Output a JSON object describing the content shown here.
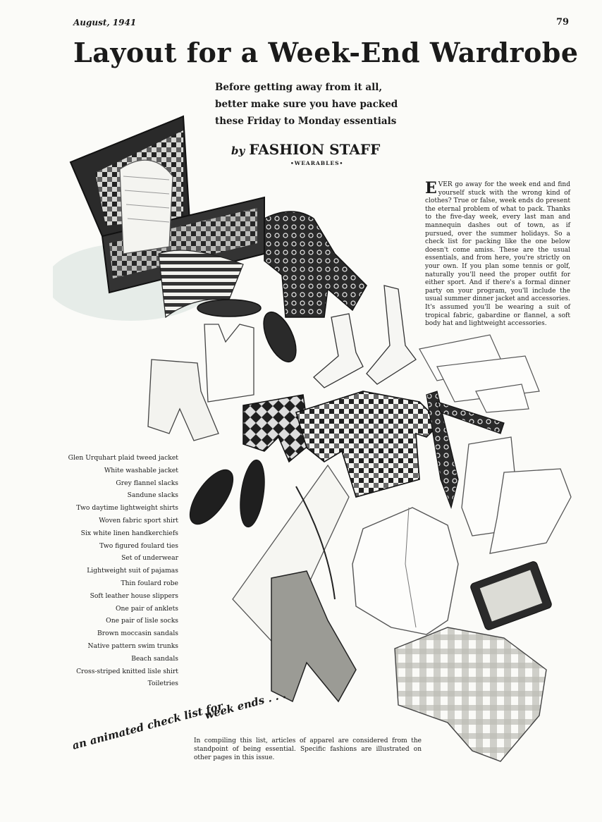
{
  "header": {
    "date": "August, 1941",
    "page_number": "79"
  },
  "article": {
    "headline": "Layout for a Week-End Wardrobe",
    "dek_lines": [
      "Before getting away from it all,",
      "better make sure you have packed",
      "these Friday to Monday essentials"
    ],
    "byline_prefix": "by",
    "byline": "FASHION STAFF",
    "section": "•WEARABLES•",
    "intro_dropcap": "E",
    "intro_text": "VER go away for the week end and find yourself stuck with the wrong kind of clothes? True or false, week ends do present the eternal problem of what to pack. Thanks to the five-day week, every last man and mannequin dashes out of town, as if pursued, over the summer holidays. So a check list for packing like the one below doesn't come amiss. These are the usual essentials, and from here, you're strictly on your own. If you plan some tennis or golf, naturally you'll need the proper outfit for either sport. And if there's a formal dinner party on your program, you'll include the usual summer dinner jacket and accessories. It's assumed you'll be wearing a suit of tropical fabric, gabardine or flannel, a soft body hat and lightweight accessories.",
    "tagline_line1": "an animated check list for",
    "tagline_line2": "week ends . . .",
    "caption": "In compiling this list, articles of apparel are considered from the standpoint of being essential. Specific fashions are illustrated on other pages in this issue."
  },
  "checklist": [
    "Glen Urquhart plaid tweed jacket",
    "White washable jacket",
    "Grey flannel slacks",
    "Sandune slacks",
    "Two daytime lightweight shirts",
    "Woven fabric sport shirt",
    "Six white linen handkerchiefs",
    "Two figured foulard ties",
    "Set of underwear",
    "Lightweight suit of pajamas",
    "Thin foulard robe",
    "Soft leather house slippers",
    "One pair of anklets",
    "One pair of lisle socks",
    "Brown moccasin sandals",
    "Native pattern swim trunks",
    "Beach sandals",
    "Cross-striped knitted lisle shirt",
    "Toiletries"
  ]
}
